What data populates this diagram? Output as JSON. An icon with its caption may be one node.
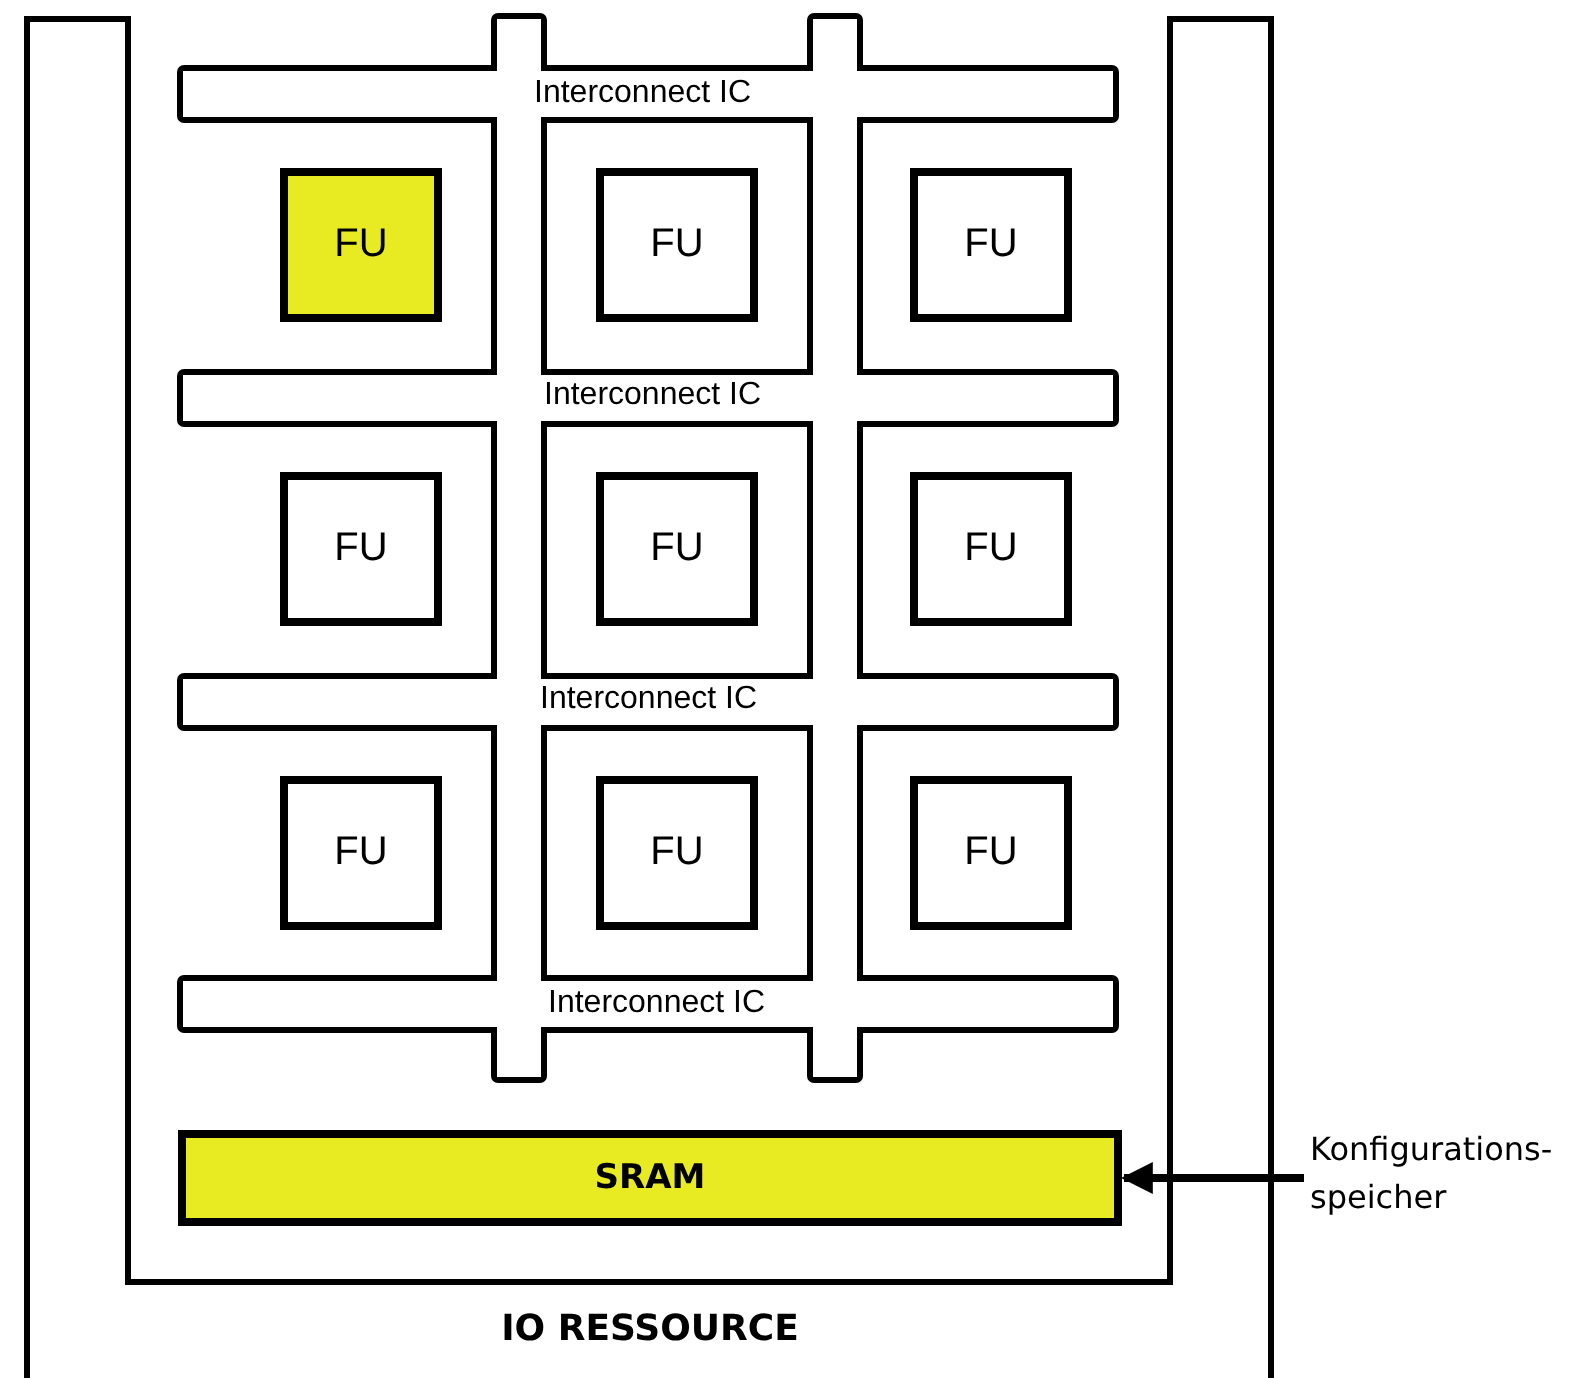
{
  "diagram": {
    "nodes": [
      {
        "text": [
          "IO RESSOURCE"
        ]
      },
      {
        "text": [
          "Interconnect IC",
          "Interconnect IC",
          "Interconnect IC",
          "Interconnect IC"
        ],
        "in": 0
      },
      {
        "text": [
          "FU"
        ],
        "in": 1
      },
      {
        "text": [
          "FU"
        ],
        "in": 1
      },
      {
        "text": [
          "FU"
        ],
        "in": 1
      },
      {
        "text": [
          "FU"
        ],
        "in": 1
      },
      {
        "text": [
          "FU"
        ],
        "in": 1
      },
      {
        "text": [
          "FU"
        ],
        "in": 1
      },
      {
        "text": [
          "FU"
        ],
        "in": 1
      },
      {
        "text": [
          "FU"
        ],
        "in": 1
      },
      {
        "text": [
          "FU"
        ],
        "in": 1
      },
      {
        "text": [
          "SRAM"
        ],
        "in": 0
      },
      {
        "text": [
          "Konfigurations- speicher"
        ]
      }
    ],
    "edges": [
      {
        "from": 12,
        "to": 11,
        "arrow": "to"
      }
    ]
  }
}
